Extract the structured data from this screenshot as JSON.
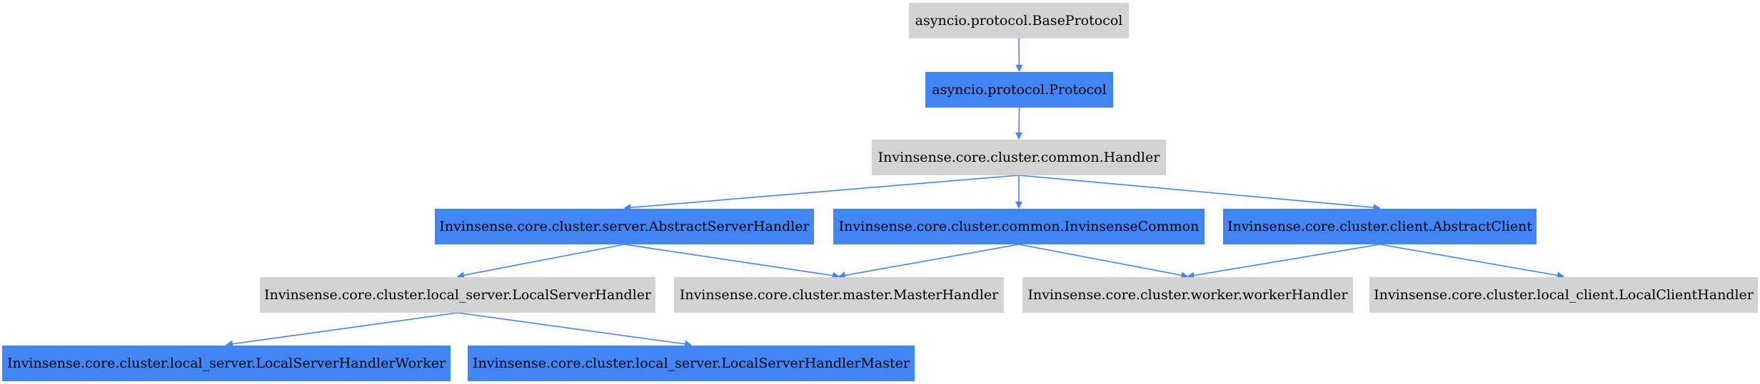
{
  "diagram": {
    "colors": {
      "highlight_fill": "#4285f4",
      "plain_fill": "#d3d3d3",
      "text": "#000000",
      "edge": "#4285f4"
    },
    "nodes": [
      {
        "id": "base_protocol",
        "label": "asyncio.protocol.BaseProtocol",
        "style": "plain"
      },
      {
        "id": "protocol",
        "label": "asyncio.protocol.Protocol",
        "style": "highlight"
      },
      {
        "id": "handler",
        "label": "Invinsense.core.cluster.common.Handler",
        "style": "plain"
      },
      {
        "id": "abstract_server_handler",
        "label": "Invinsense.core.cluster.server.AbstractServerHandler",
        "style": "highlight"
      },
      {
        "id": "invinsense_common",
        "label": "Invinsense.core.cluster.common.InvinsenseCommon",
        "style": "highlight"
      },
      {
        "id": "abstract_client",
        "label": "Invinsense.core.cluster.client.AbstractClient",
        "style": "highlight"
      },
      {
        "id": "local_server_handler",
        "label": "Invinsense.core.cluster.local_server.LocalServerHandler",
        "style": "plain"
      },
      {
        "id": "master_handler",
        "label": "Invinsense.core.cluster.master.MasterHandler",
        "style": "plain"
      },
      {
        "id": "worker_handler",
        "label": "Invinsense.core.cluster.worker.workerHandler",
        "style": "plain"
      },
      {
        "id": "local_client_handler",
        "label": "Invinsense.core.cluster.local_client.LocalClientHandler",
        "style": "plain"
      },
      {
        "id": "lsh_worker",
        "label": "Invinsense.core.cluster.local_server.LocalServerHandlerWorker",
        "style": "highlight"
      },
      {
        "id": "lsh_master",
        "label": "Invinsense.core.cluster.local_server.LocalServerHandlerMaster",
        "style": "highlight"
      }
    ],
    "edges": [
      {
        "from": "base_protocol",
        "to": "protocol"
      },
      {
        "from": "protocol",
        "to": "handler"
      },
      {
        "from": "handler",
        "to": "abstract_server_handler"
      },
      {
        "from": "handler",
        "to": "invinsense_common"
      },
      {
        "from": "handler",
        "to": "abstract_client"
      },
      {
        "from": "abstract_server_handler",
        "to": "local_server_handler"
      },
      {
        "from": "abstract_server_handler",
        "to": "master_handler"
      },
      {
        "from": "invinsense_common",
        "to": "master_handler"
      },
      {
        "from": "invinsense_common",
        "to": "worker_handler"
      },
      {
        "from": "abstract_client",
        "to": "worker_handler"
      },
      {
        "from": "abstract_client",
        "to": "local_client_handler"
      },
      {
        "from": "local_server_handler",
        "to": "lsh_worker"
      },
      {
        "from": "local_server_handler",
        "to": "lsh_master"
      }
    ]
  }
}
